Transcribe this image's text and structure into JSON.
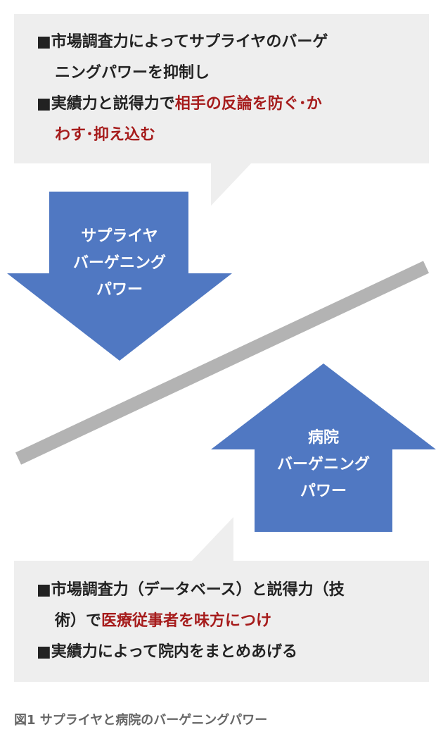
{
  "top_callout": {
    "line1": "■市場調査力によってサプライヤのバーゲ",
    "line2": "ニングパワーを抑制し",
    "line3_prefix": "■実績力と説得力で",
    "line3_highlight": "相手の反論を防ぐ･か",
    "line4_highlight": "わす･抑え込む"
  },
  "supplier_arrow": {
    "line1": "サプライヤ",
    "line2": "バーゲニング",
    "line3": "パワー"
  },
  "hospital_arrow": {
    "line1": "病院",
    "line2": "バーゲニング",
    "line3": "パワー"
  },
  "bottom_callout": {
    "line1": "■市場調査力（データベース）と説得力（技",
    "line2_prefix": "術）で",
    "line2_highlight": "医療従事者を味方につけ",
    "line3": "■実績力によって院内をまとめあげる"
  },
  "caption": "図1 サプライヤと病院のバーゲニングパワー",
  "colors": {
    "arrow_fill": "#5078c2",
    "balance_bar": "#b3b3b3",
    "callout_bg": "#eeeeee",
    "highlight_text": "#a61c1c"
  }
}
